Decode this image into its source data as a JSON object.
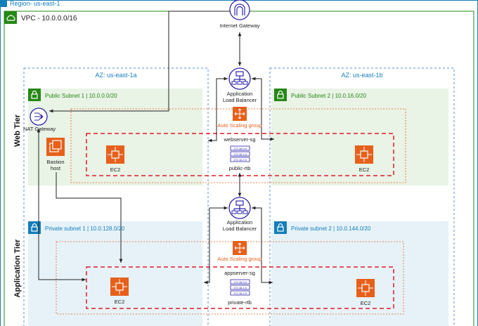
{
  "region": {
    "label": "Region- us-east-1"
  },
  "vpc": {
    "label": "VPC - 10.0.0.0/16"
  },
  "internet_gateway": {
    "label": "Internet Gateway"
  },
  "az_a": {
    "label": "AZ: us-east-1a"
  },
  "az_b": {
    "label": "AZ: us-east-1b"
  },
  "tiers": {
    "web": "Web Tier",
    "app": "Application Tier"
  },
  "subnets": {
    "public_1": "Public Subnet 1 | 10.0.0.0/20",
    "public_2": "Public Subnet 2 | 10.0.16.0/20",
    "private_1": "Private subnet 1 | 10.0.128.0/20",
    "private_2": "Private subnet 2 | 10.0.144.0/20"
  },
  "nat_gateway": {
    "label": "NAT Gateway"
  },
  "bastion": {
    "line1": "Bastion",
    "line2": "host"
  },
  "web_alb": {
    "line1": "Application",
    "line2": "Load Balancer"
  },
  "app_alb": {
    "line1": "Application",
    "line2": "Load Balancer"
  },
  "web_asg": {
    "label": "Auto Scaling group"
  },
  "app_asg": {
    "label": "Auto Scaling group"
  },
  "web_sg": {
    "label": "webserver-sg"
  },
  "app_sg": {
    "label": "appserver-sg"
  },
  "public_rtb": {
    "label": "public-rtb",
    "routes": [
      "172.16.0.0",
      "172.16.1.0",
      "172.16.2.0"
    ]
  },
  "private_rtb": {
    "label": "private-rtb",
    "routes": [
      "172.16.0.0",
      "172.16.1.0",
      "172.16.2.0"
    ]
  },
  "ec2": {
    "web_a": "EC2",
    "web_b": "EC2",
    "app_a": "EC2",
    "app_b": "EC2"
  },
  "colors": {
    "region_blue": "#147EBA",
    "vpc_green": "#248814",
    "az_blue": "#5A8FD0",
    "public_fill": "#E9F3E6",
    "private_fill": "#E6F2F8",
    "orange": "#E7601B",
    "sg_red": "#DD1E27",
    "navy": "#2E27AD"
  }
}
